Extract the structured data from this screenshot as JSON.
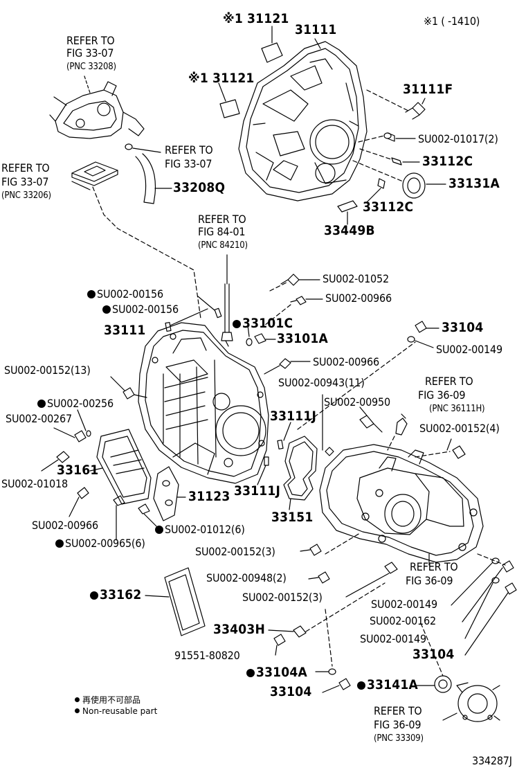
{
  "note_range": "※1 (      -1410)",
  "labels": {
    "p31121a": "※1 31121",
    "p31121b": "※1 31121",
    "p31111a": "31111",
    "p31111f": "31111F",
    "su01017": "SU002-01017(2)",
    "p33112c_a": "33112C",
    "p33131a": "33131A",
    "p33112c_b": "33112C",
    "p33449b": "33449B",
    "p33208q": "33208Q",
    "ref3307a_1": "REFER TO",
    "ref3307a_2": "FIG 33-07",
    "ref3307a_3": "(PNC 33208)",
    "ref3307b_1": "REFER TO",
    "ref3307b_2": "FIG 33-07",
    "ref3307c_1": "REFER TO",
    "ref3307c_2": "FIG 33-07",
    "ref3307c_3": "(PNC 33206)",
    "ref8401_1": "REFER TO",
    "ref8401_2": "FIG 84-01",
    "ref8401_3": "(PNC 84210)",
    "su01052": "SU002-01052",
    "su00966a": "SU002-00966",
    "su00156a": "SU002-00156",
    "su00156b": "SU002-00156",
    "p33101c": "33101C",
    "p33101a": "33101A",
    "p33111b": "33111",
    "p33104a": "33104",
    "su00149a": "SU002-00149",
    "su00966b": "SU002-00966",
    "su00152_13": "SU002-00152(13)",
    "su00943": "SU002-00943(11)",
    "ref3609a_1": "REFER TO",
    "ref3609a_2": "FIG 36-09",
    "ref3609a_3": "(PNC 36111H)",
    "su00256": "SU002-00256",
    "su00267": "SU002-00267",
    "su00950": "SU002-00950",
    "p33111j_a": "33111J",
    "su00152_4": "SU002-00152(4)",
    "p33161": "33161",
    "su01018": "SU002-01018",
    "p31123": "31123",
    "p33111j_b": "33111J",
    "p33151": "33151",
    "su00966c": "SU002-00966",
    "su01012": "SU002-01012(6)",
    "su00965": "SU002-00965(6)",
    "su00152_3a": "SU002-00152(3)",
    "ref3609b_1": "REFER TO",
    "ref3609b_2": "FIG 36-09",
    "su00948": "SU002-00948(2)",
    "su00152_3b": "SU002-00152(3)",
    "su00149b": "SU002-00149",
    "su00162": "SU002-00162",
    "su00149c": "SU002-00149",
    "p33162": "33162",
    "p33403h": "33403H",
    "p33104b": "33104",
    "p91551": "91551-80820",
    "p33104a2": "33104A",
    "p33104c": "33104",
    "p33141a": "33141A",
    "ref3609c_1": "REFER TO",
    "ref3609c_2": "FIG 36-09",
    "ref3609c_3": "(PNC 33309)"
  },
  "legend": {
    "jp": "再使用不可部品",
    "en": "Non-reusable part"
  },
  "figure_id": "334287J"
}
